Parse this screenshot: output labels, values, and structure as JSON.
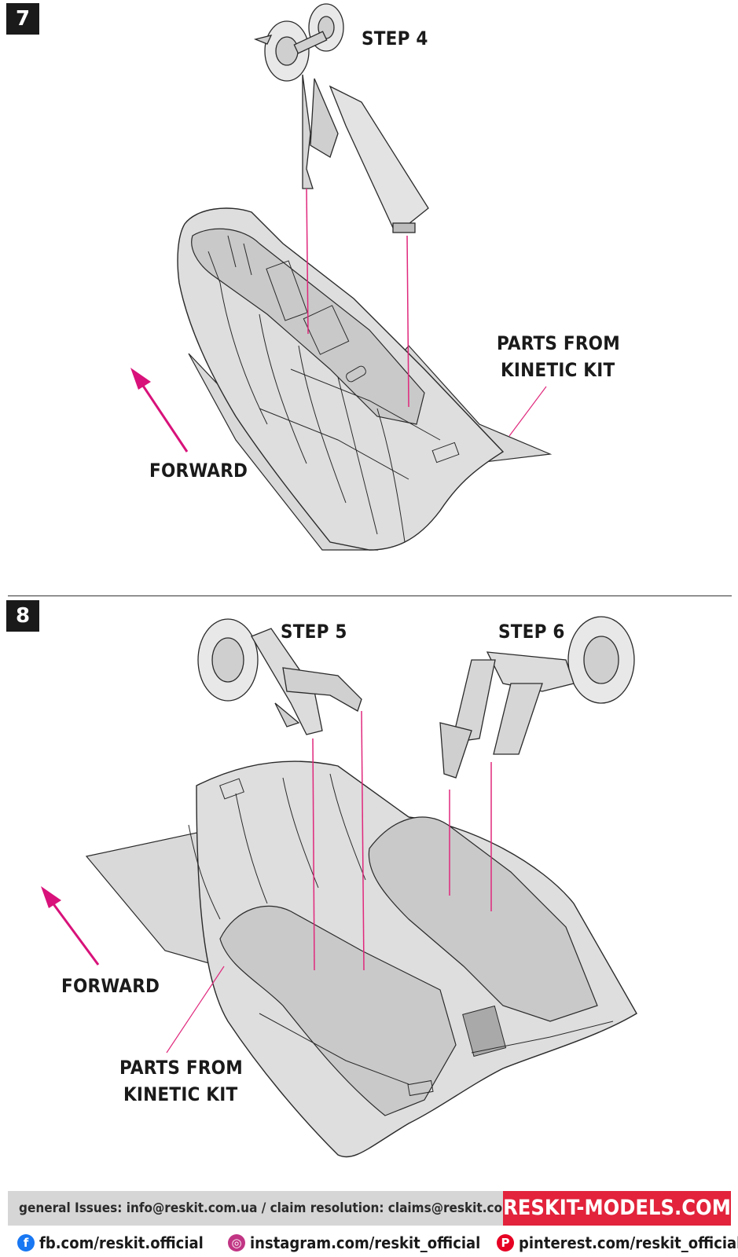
{
  "steps": [
    {
      "number": "7",
      "callouts": {
        "step_ref": "STEP 4",
        "parts_line1": "PARTS FROM",
        "parts_line2": "KINETIC KIT",
        "forward": "FORWARD"
      }
    },
    {
      "number": "8",
      "callouts": {
        "step_ref_a": "STEP 5",
        "step_ref_b": "STEP 6",
        "parts_line1": "PARTS FROM",
        "parts_line2": "KINETIC KIT",
        "forward": "FORWARD"
      }
    }
  ],
  "colors": {
    "guide_line": "#e0287c",
    "arrow": "#d8127a",
    "panel_fill": "#d9d9d9",
    "line_art": "#2a2a2a",
    "brand_red": "#e2233b"
  },
  "footer": {
    "contact": "general Issues: info@reskit.com.ua / claim resolution: claims@reskit.com.ua",
    "brand": "RESKIT-MODELS.COM",
    "social": [
      {
        "icon": "facebook-icon",
        "glyph": "f",
        "label": "fb.com/reskit.official"
      },
      {
        "icon": "instagram-icon",
        "glyph": "◎",
        "label": "instagram.com/reskit_official"
      },
      {
        "icon": "pinterest-icon",
        "glyph": "P",
        "label": "pinterest.com/reskit_official"
      }
    ]
  }
}
